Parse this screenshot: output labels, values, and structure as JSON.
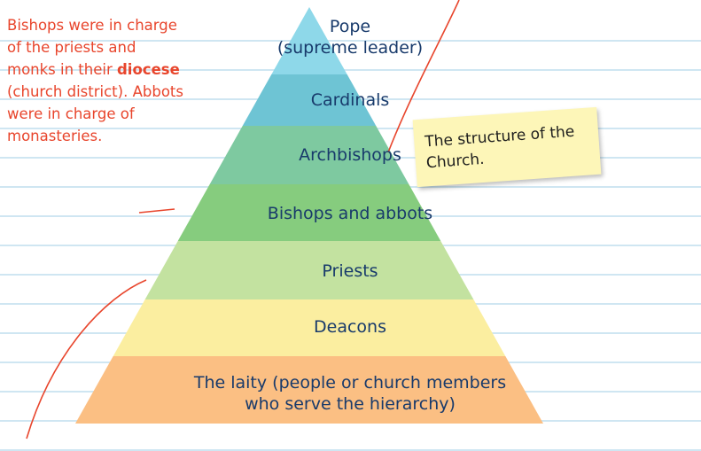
{
  "pyramid": {
    "tiers": [
      {
        "label": "Pope\n(supreme leader)",
        "color": "#8ed8e9"
      },
      {
        "label": "Cardinals",
        "color": "#6ec4d4"
      },
      {
        "label": "Archbishops",
        "color": "#7ec9a0"
      },
      {
        "label": "Bishops and abbots",
        "color": "#86cc7e"
      },
      {
        "label": "Priests",
        "color": "#c3e2a0"
      },
      {
        "label": "Deacons",
        "color": "#fbeea0"
      },
      {
        "label": "The laity (people or church members\nwho serve the hierarchy)",
        "color": "#fbbf83"
      }
    ]
  },
  "annotation": {
    "part1": "Bishops were in charge of the priests and monks in their ",
    "bold": "diocese",
    "part2": " (church district). Abbots were in charge of monasteries.",
    "color": "#e8452c"
  },
  "note": {
    "text": "The structure of the Church.",
    "color": "#fdf6b8"
  },
  "colors": {
    "tier_label": "#183a6b",
    "ruled_line": "#cfe6f2",
    "red_line": "#e8452c"
  }
}
